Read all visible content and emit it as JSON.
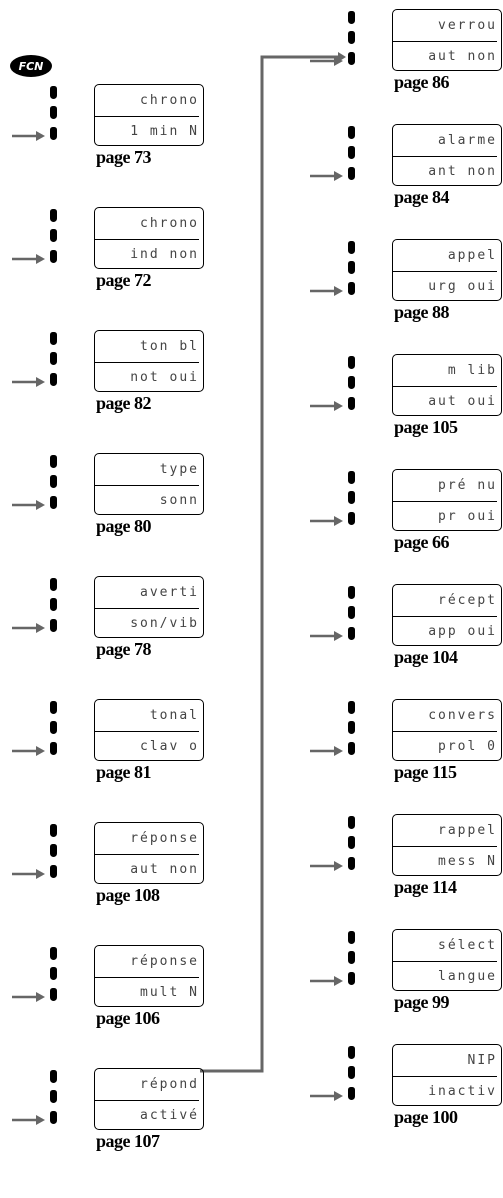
{
  "badge": {
    "label": "FCN"
  },
  "left_column": [
    {
      "line1": "chrono",
      "line2": "1 min N",
      "page": "page 73"
    },
    {
      "line1": "chrono",
      "line2": "ind non",
      "page": "page 72"
    },
    {
      "line1": "ton bl",
      "line2": "not oui",
      "page": "page 82"
    },
    {
      "line1": "type",
      "line2": "sonn",
      "page": "page 80"
    },
    {
      "line1": "averti",
      "line2": "son/vib",
      "page": "page 78"
    },
    {
      "line1": "tonal",
      "line2": "clav o",
      "page": "page 81"
    },
    {
      "line1": "réponse",
      "line2": "aut non",
      "page": "page 108"
    },
    {
      "line1": "réponse",
      "line2": "mult N",
      "page": "page 106"
    },
    {
      "line1": "répond",
      "line2": "activé",
      "page": "page 107"
    }
  ],
  "right_column": [
    {
      "line1": "verrou",
      "line2": "aut non",
      "page": "page 86"
    },
    {
      "line1": "alarme",
      "line2": "ant non",
      "page": "page 84"
    },
    {
      "line1": "appel",
      "line2": "urg oui",
      "page": "page 88"
    },
    {
      "line1": "m lib",
      "line2": "aut oui",
      "page": "page 105"
    },
    {
      "line1": "pré nu",
      "line2": "pr oui",
      "page": "page 66"
    },
    {
      "line1": "récept",
      "line2": "app oui",
      "page": "page 104"
    },
    {
      "line1": "convers",
      "line2": "prol 0",
      "page": "page 115"
    },
    {
      "line1": "rappel",
      "line2": "mess N",
      "page": "page 114"
    },
    {
      "line1": "sélect",
      "line2": "langue",
      "page": "page 99"
    },
    {
      "line1": "NIP",
      "line2": "inactiv",
      "page": "page 100"
    }
  ]
}
